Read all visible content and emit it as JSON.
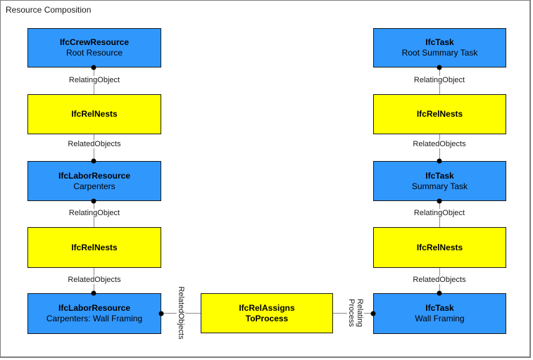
{
  "frame": {
    "title": "Resource Composition"
  },
  "colors": {
    "blue_fill": "#3097fd",
    "yellow_fill": "#ffff00",
    "box_border": "#1a1a1a",
    "connector_line": "#8c8c8c",
    "frame_border": "#7e7e7e"
  },
  "left_column": {
    "boxes": [
      {
        "title": "IfcCrewResource",
        "subtitle": "Root Resource"
      },
      {
        "title": "IfcRelNests"
      },
      {
        "title": "IfcLaborResource",
        "subtitle": "Carpenters"
      },
      {
        "title": "IfcRelNests"
      },
      {
        "title": "IfcLaborResource",
        "subtitle": "Carpenters: Wall Framing"
      }
    ],
    "edge_labels": [
      "RelatingObject",
      "RelatedObjects",
      "RelatingObject",
      "RelatedObjects"
    ]
  },
  "right_column": {
    "boxes": [
      {
        "title": "IfcTask",
        "subtitle": "Root Summary Task"
      },
      {
        "title": "IfcRelNests"
      },
      {
        "title": "IfcTask",
        "subtitle": "Summary Task"
      },
      {
        "title": "IfcRelNests"
      },
      {
        "title": "IfcTask",
        "subtitle": "Wall Framing"
      }
    ],
    "edge_labels": [
      "RelatingObject",
      "RelatedObjects",
      "RelatingObject",
      "RelatedObjects"
    ]
  },
  "assignment": {
    "box": {
      "title": "IfcRelAssigns",
      "subtitle": "ToProcess"
    },
    "left_edge_label": "RelatedObjects",
    "right_edge_label_line1": "Relating",
    "right_edge_label_line2": "Process"
  }
}
